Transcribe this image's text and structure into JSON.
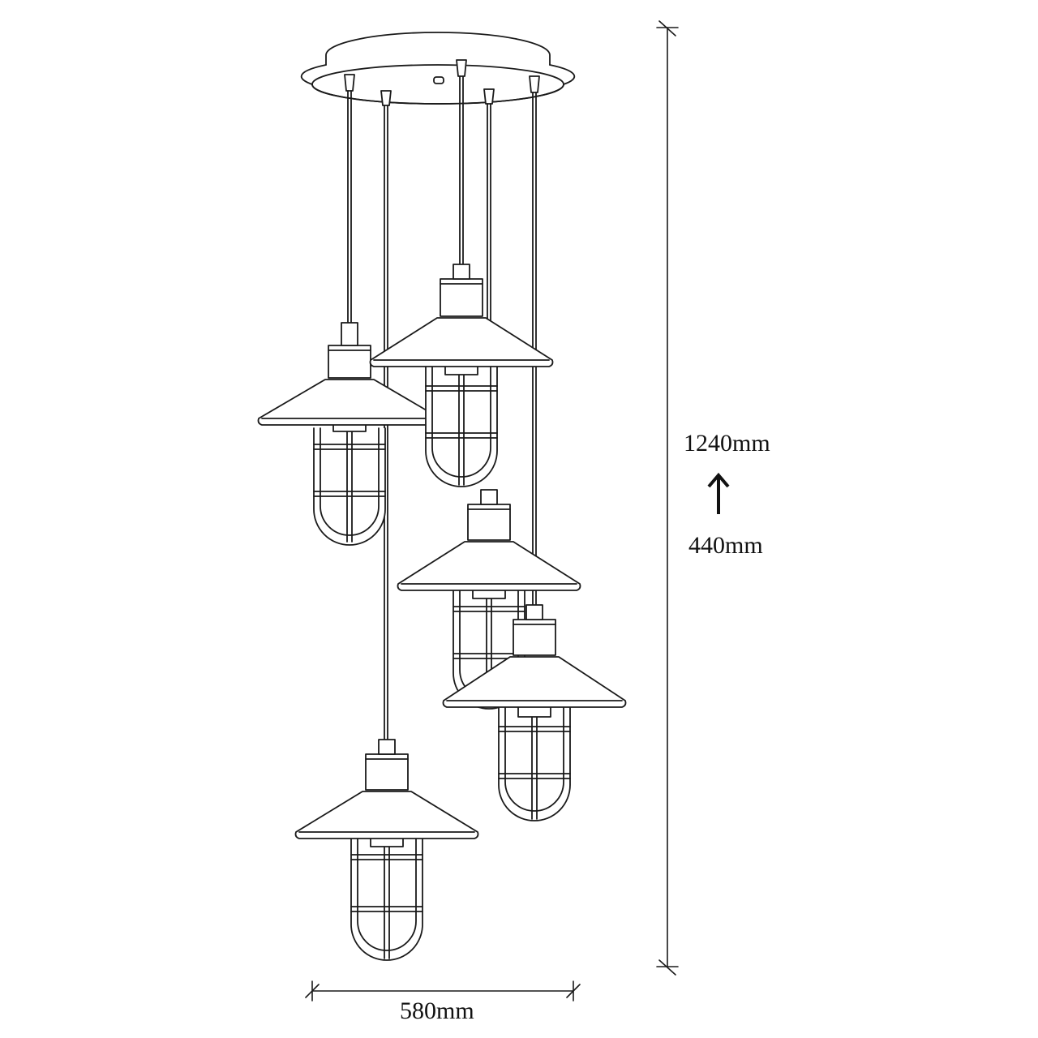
{
  "dimensions": {
    "height_max": "1240mm",
    "height_min": "440mm",
    "width": "580mm"
  },
  "icons": {
    "height_adjust": "up-arrow-icon"
  },
  "colors": {
    "line": "#1a1a1a",
    "background": "#ffffff"
  }
}
